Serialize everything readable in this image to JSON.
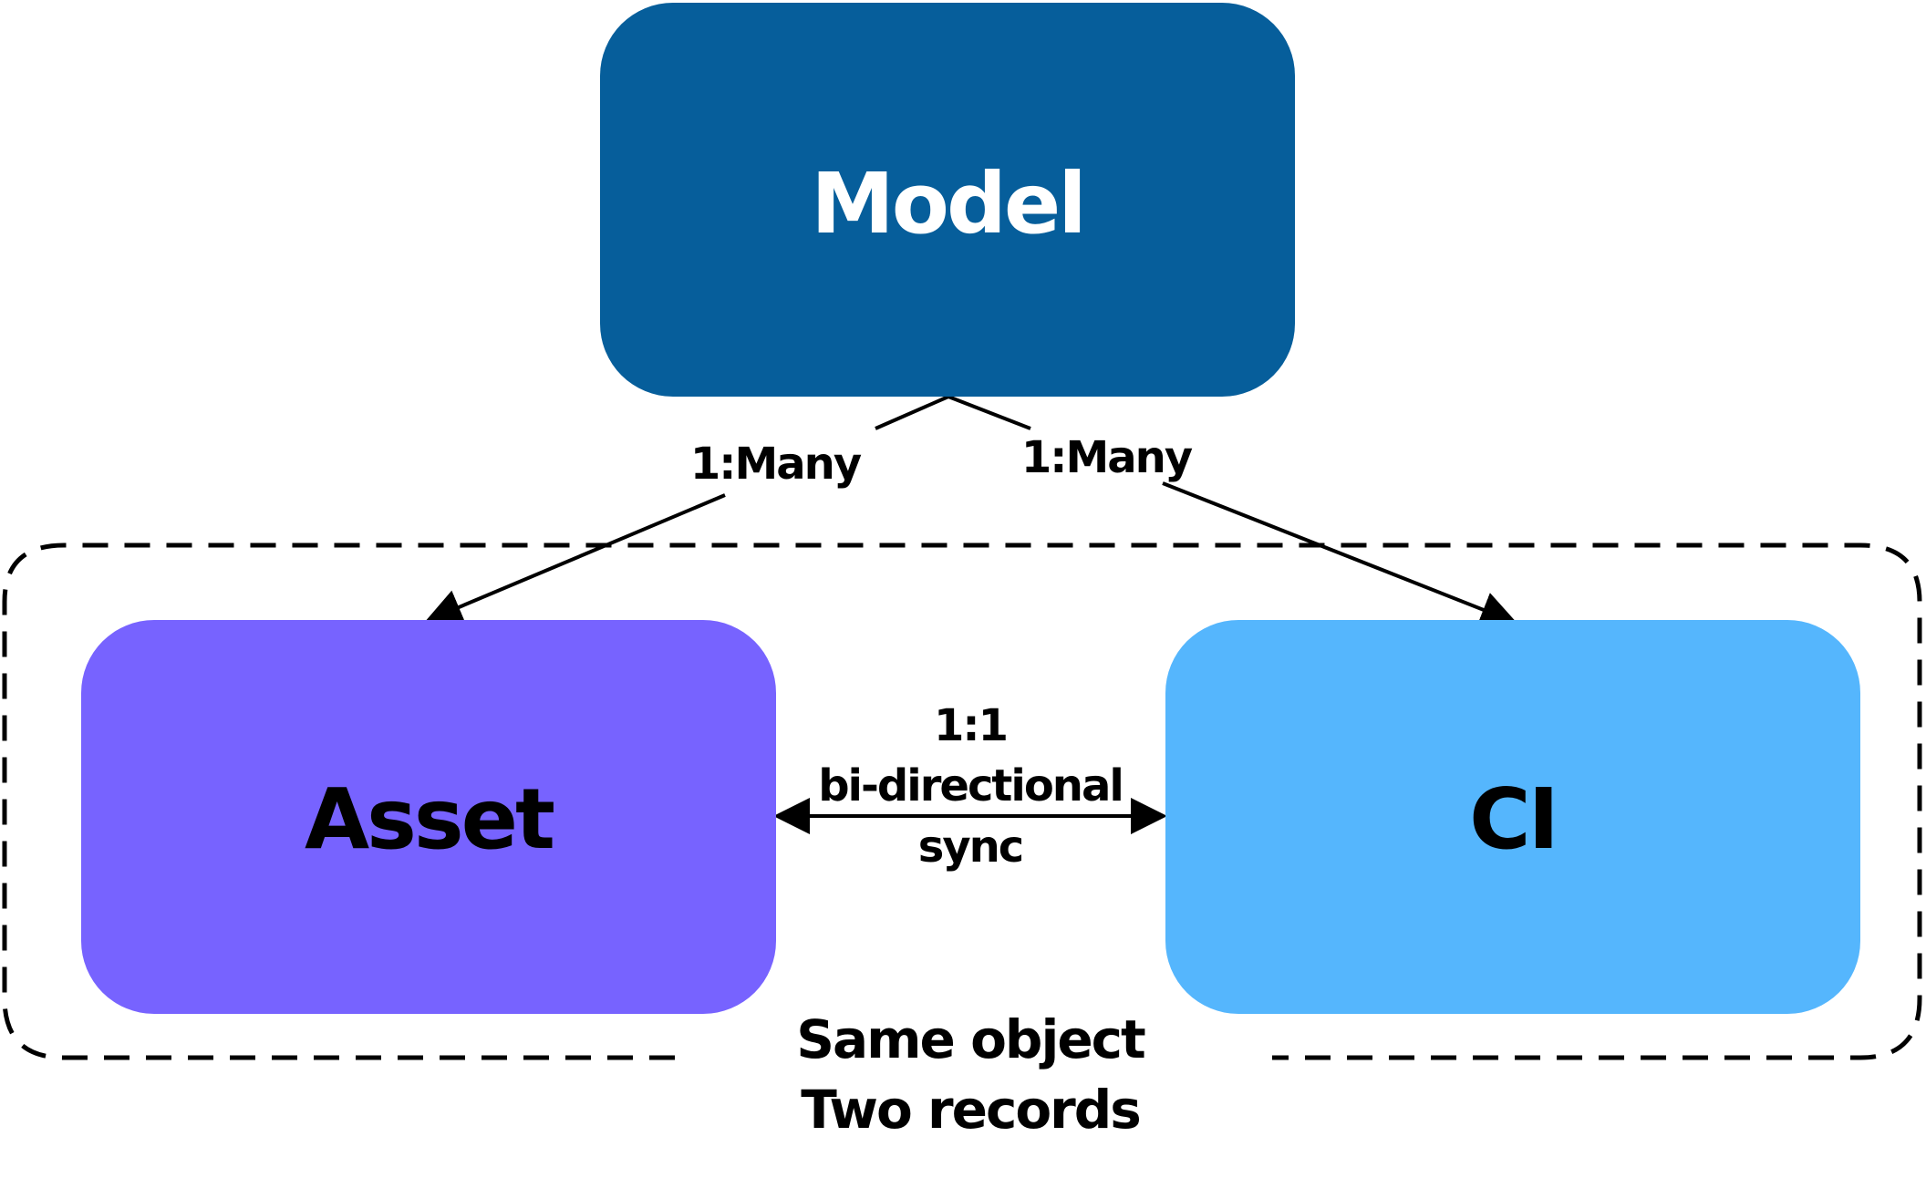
{
  "nodes": {
    "model": {
      "label": "Model",
      "color": "#065e9b",
      "text_color": "#ffffff"
    },
    "asset": {
      "label": "Asset",
      "color": "#7763ff",
      "text_color": "#000000"
    },
    "ci": {
      "label": "CI",
      "color": "#55b6fd",
      "text_color": "#000000"
    }
  },
  "edges": {
    "model_to_asset": {
      "label": "1:Many"
    },
    "model_to_ci": {
      "label": "1:Many"
    },
    "asset_ci_sync": {
      "lines": [
        "1:1",
        "bi-directional",
        "sync"
      ]
    }
  },
  "group": {
    "lines": [
      "Same object",
      "Two records"
    ]
  }
}
